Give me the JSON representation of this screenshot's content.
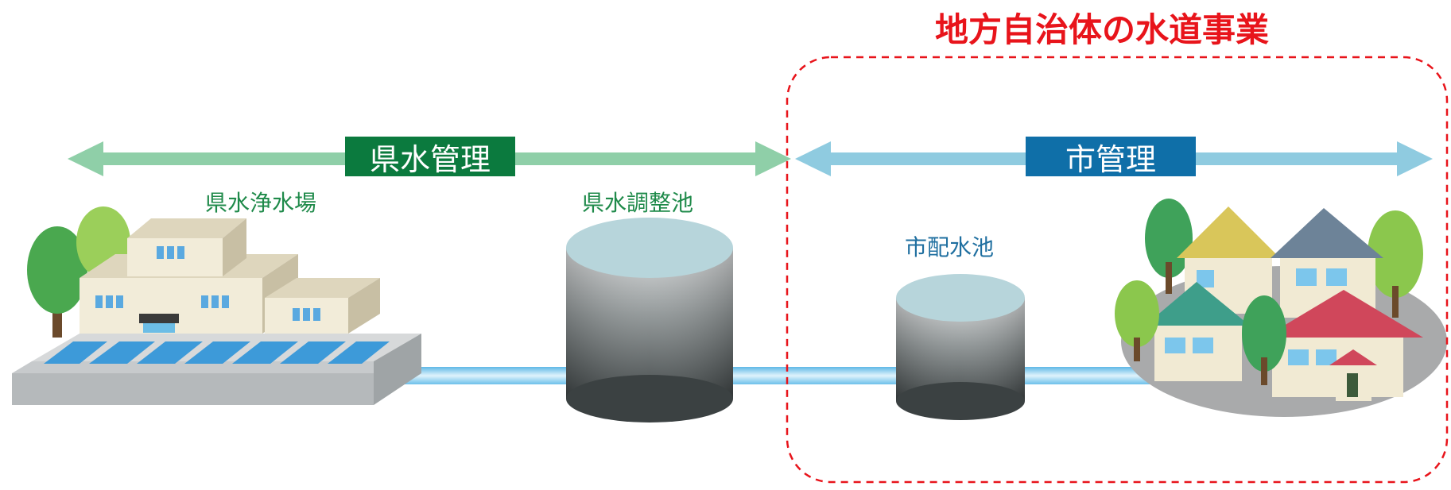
{
  "header": {
    "title": "地方自治体の水道事業",
    "title_color": "#e8141b",
    "frame_color": "#e8141b"
  },
  "sections": {
    "prefecture": {
      "label": "県水管理",
      "color": "#0b7a3e",
      "arrow_color": "#8fcfa8"
    },
    "city": {
      "label": "市管理",
      "color": "#0f6fa8",
      "arrow_color": "#8fcbe0"
    }
  },
  "facilities": {
    "purification_plant": {
      "label": "県水浄水場",
      "label_color": "#1f8a4a"
    },
    "regulating_reservoir": {
      "label": "県水調整池",
      "label_color": "#1f8a4a"
    },
    "distribution_reservoir": {
      "label": "市配水池",
      "label_color": "#1f6fa0"
    },
    "houses": {
      "icon": "houses-icon"
    }
  },
  "pipe_color": "#7ec8ec"
}
